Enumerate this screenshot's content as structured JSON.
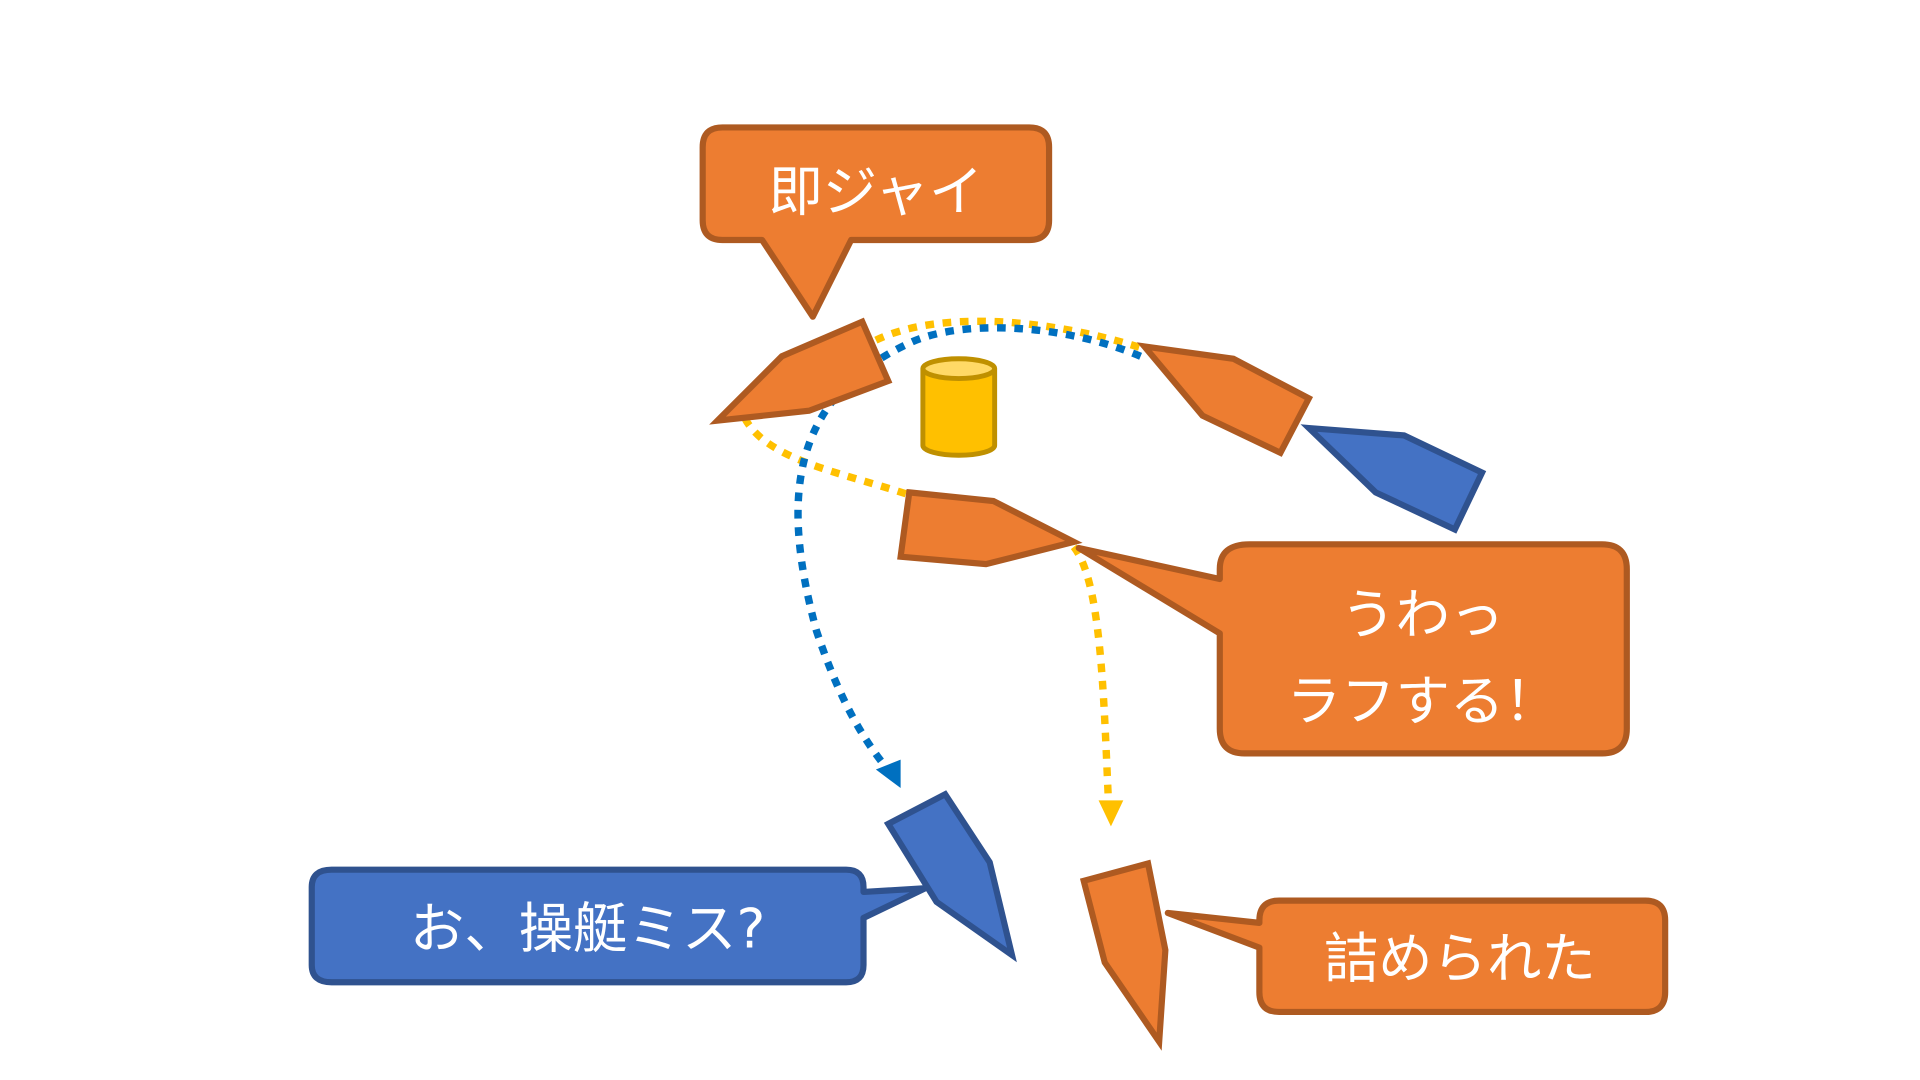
{
  "colors": {
    "orange_fill": "#ED7D31",
    "orange_stroke": "#AE5A21",
    "blue_fill": "#4472C4",
    "blue_stroke": "#2F528F",
    "blue_path": "#0070C0",
    "yellow_path": "#FFC000",
    "buoy_fill": "#FFC000",
    "buoy_stroke": "#BF9000",
    "buoy_top": "#FFD966",
    "text": "#FFFFFF"
  },
  "callouts": {
    "immediate_jibe": "即ジャイ",
    "luff_line1": "うわっ",
    "luff_line2": "ラフする！",
    "steering_mistake": "お、操艇ミス?",
    "squeezed": "詰められた"
  },
  "legend_semantics": {
    "orange_boat": "orange-boat-icon",
    "blue_boat": "blue-boat-icon",
    "mark": "buoy-icon"
  }
}
